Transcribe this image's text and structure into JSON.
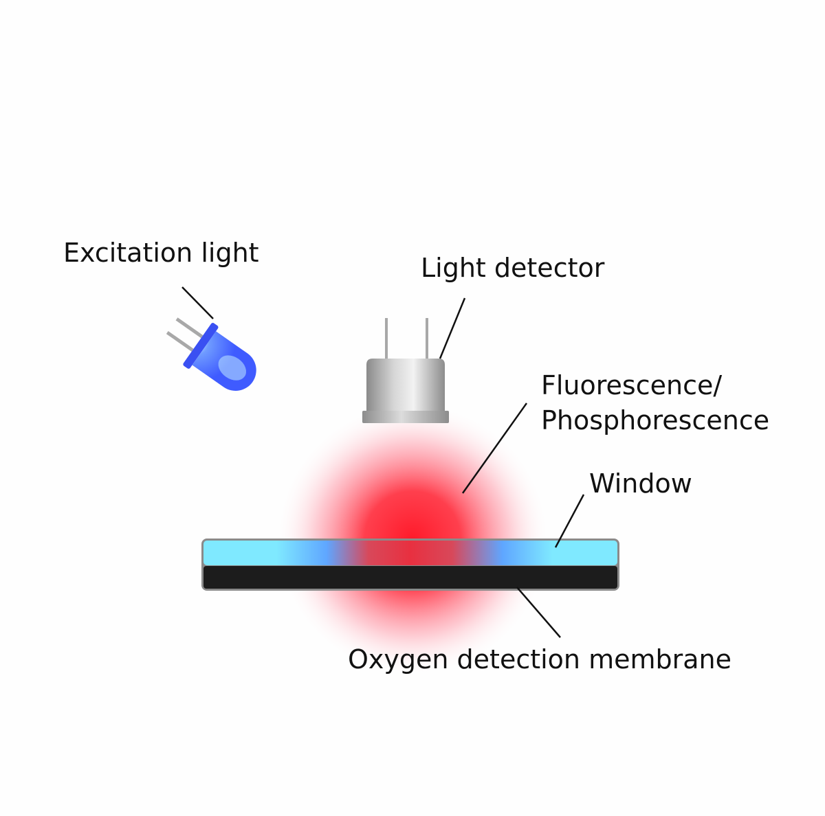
{
  "labels": {
    "excitation_light": "Excitation light",
    "light_detector": "Light detector",
    "fluorescence_line1": "Fluorescence/",
    "fluorescence_line2": "Phosphorescence",
    "window": "Window",
    "membrane": "Oxygen detection membrane"
  },
  "colors": {
    "led_body": "#3f5bff",
    "led_flange": "#3a50f2",
    "led_highlight": "#bfe9ff",
    "detector_body": "#b8b8b8",
    "emission_red": "#ff1a2a",
    "window_cyan": "#7fe9ff",
    "membrane_black": "#1c1c1c",
    "leader_line": "#111111"
  },
  "icons": {
    "excitation_source": "led-icon",
    "detector": "photodetector-icon"
  }
}
